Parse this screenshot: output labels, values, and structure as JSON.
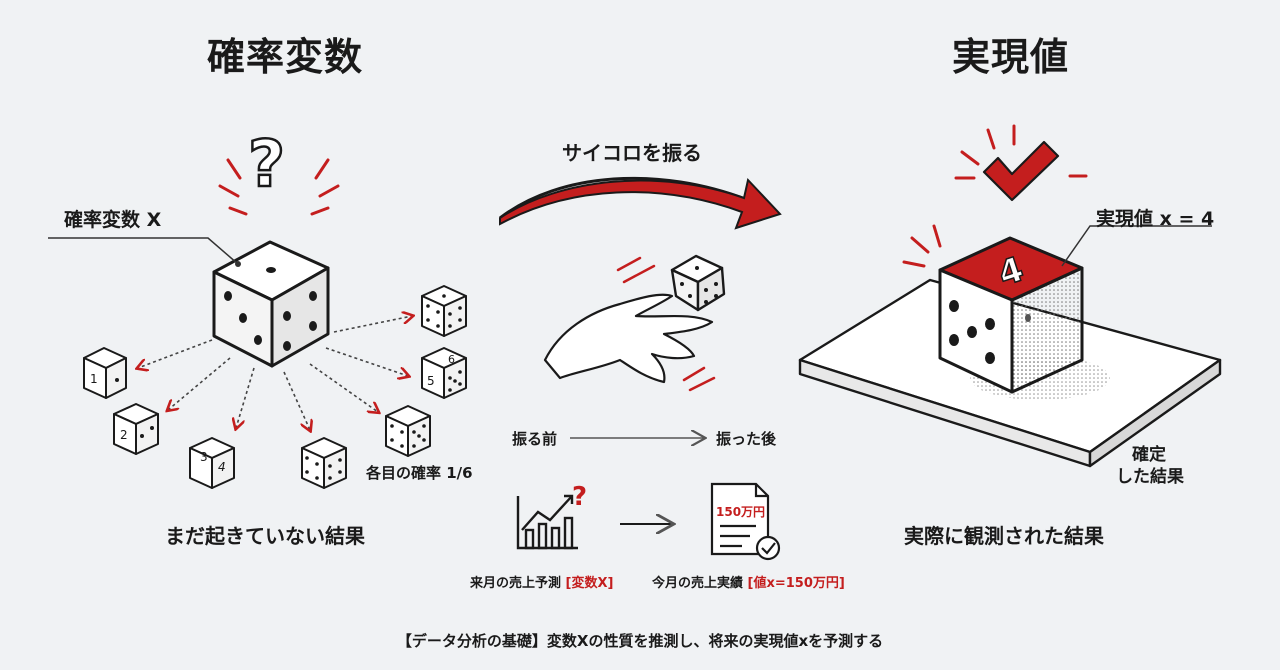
{
  "left": {
    "title": "確率変数",
    "variable_label": "確率変数 X",
    "question_mark": "?",
    "probability_note": "各目の確率 1/6",
    "caption": "まだ起きていない結果",
    "outcome_numbers": [
      "1",
      "2",
      "3",
      "4",
      "5",
      "6"
    ]
  },
  "middle": {
    "action_label": "サイコロを振る",
    "before_label": "振る前",
    "after_label": "振った後",
    "amount_text": "150万円",
    "forecast_label": "来月の売上予測",
    "forecast_tag": "[変数X]",
    "actual_label": "今月の売上実績",
    "actual_tag": "[値x=150万円]",
    "forecast_question": "?"
  },
  "right": {
    "title": "実現値",
    "value_label": "実現値 x = 4",
    "face_value": "4",
    "confirmed_label_line1": "確定",
    "confirmed_label_line2": "した結果",
    "caption": "実際に観測された結果"
  },
  "footer": {
    "text": "【データ分析の基礎】変数Xの性質を推測し、将来の実現値xを予測する"
  },
  "colors": {
    "accent_red": "#c41e1e",
    "ink": "#1a1a1a",
    "background": "#f0f2f4"
  }
}
